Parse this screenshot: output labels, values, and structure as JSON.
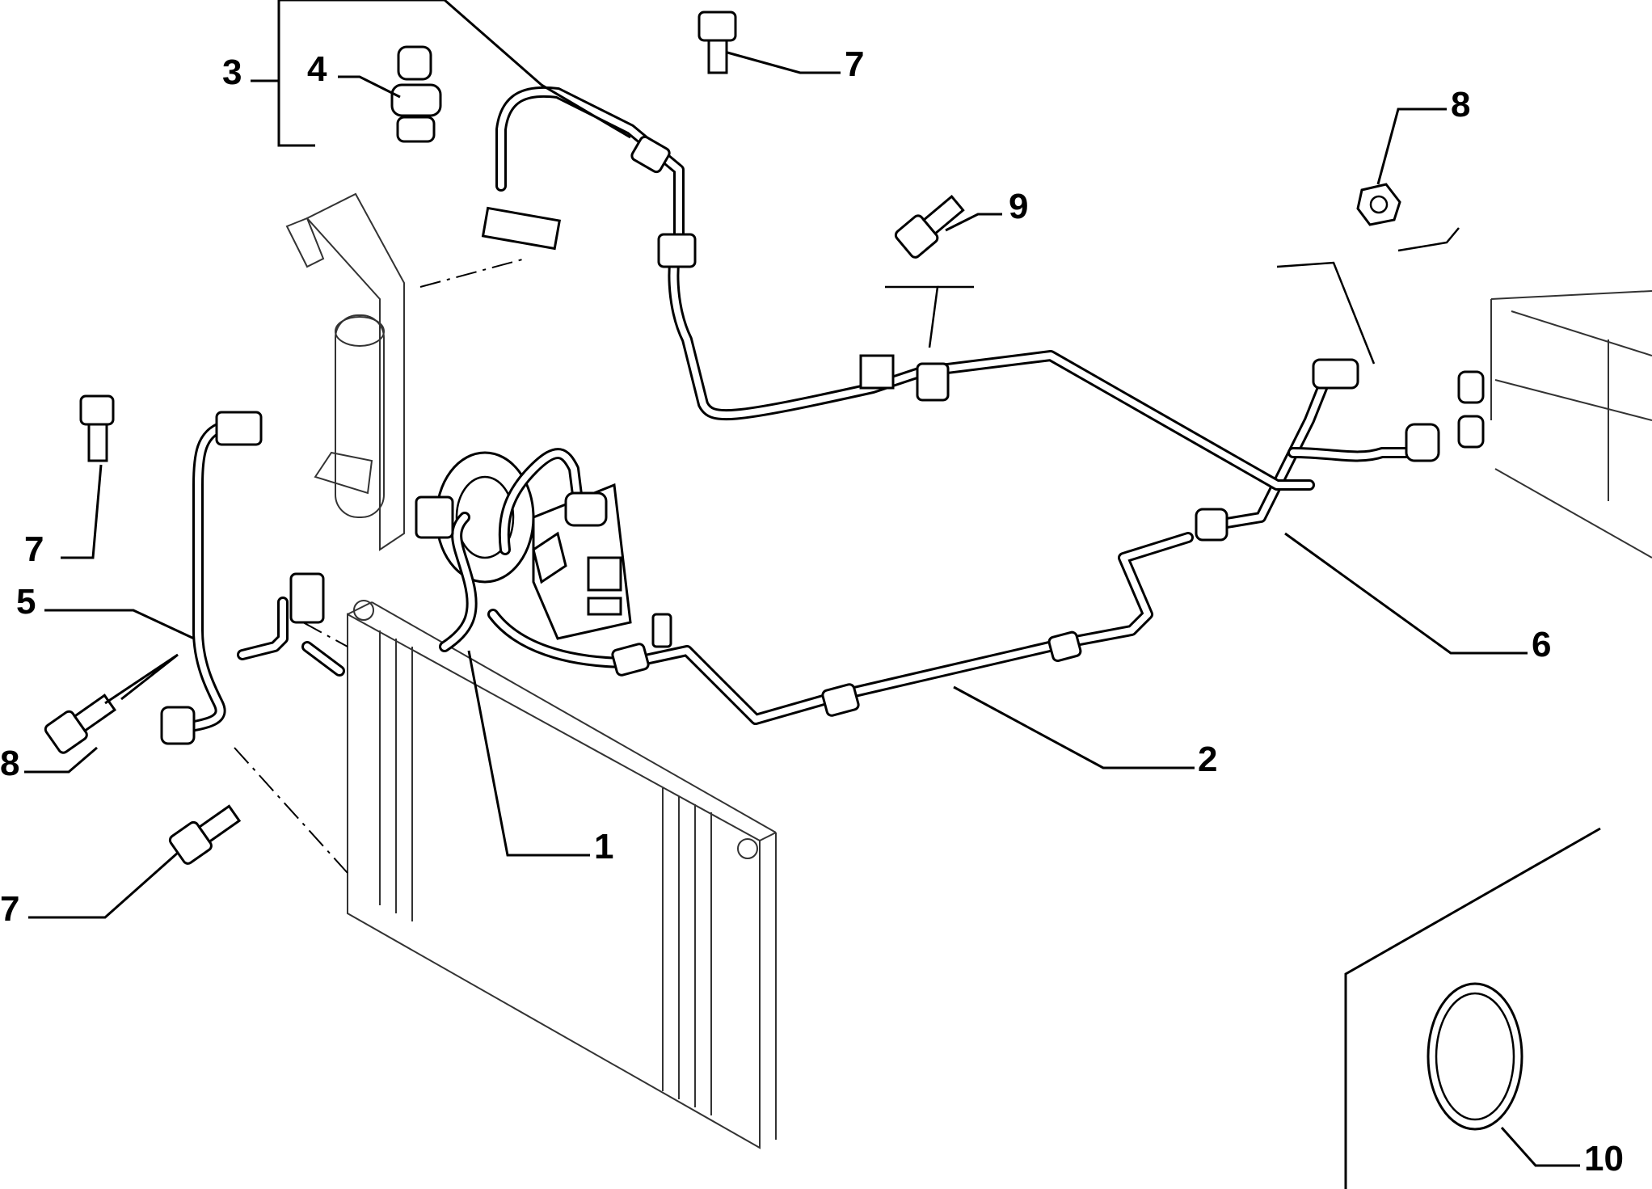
{
  "callouts": [
    {
      "id": "c1",
      "label": "1"
    },
    {
      "id": "c2",
      "label": "2"
    },
    {
      "id": "c3",
      "label": "3"
    },
    {
      "id": "c4",
      "label": "4"
    },
    {
      "id": "c5",
      "label": "5"
    },
    {
      "id": "c6",
      "label": "6"
    },
    {
      "id": "c7a",
      "label": "7"
    },
    {
      "id": "c7b",
      "label": "7"
    },
    {
      "id": "c7c",
      "label": "7"
    },
    {
      "id": "c8a",
      "label": "8"
    },
    {
      "id": "c8b",
      "label": "8"
    },
    {
      "id": "c9",
      "label": "9"
    },
    {
      "id": "c10",
      "label": "10"
    }
  ]
}
